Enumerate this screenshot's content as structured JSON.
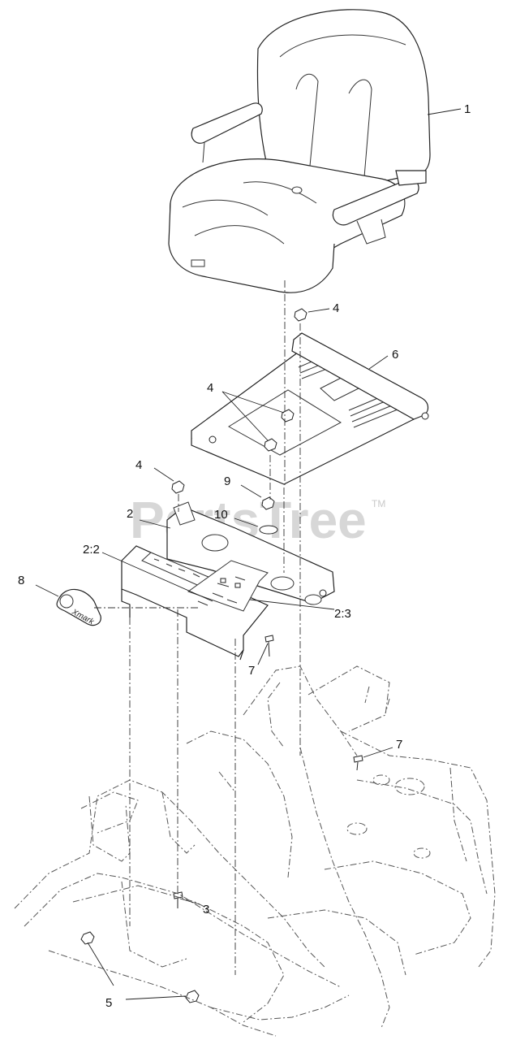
{
  "watermark": {
    "text": "PartsTree",
    "trademark": "TM"
  },
  "emblem": {
    "text": "Xmark"
  },
  "callouts": [
    {
      "id": "c1",
      "text": "1"
    },
    {
      "id": "c2",
      "text": "2"
    },
    {
      "id": "c2_2",
      "text": "2:2"
    },
    {
      "id": "c2_3",
      "text": "2:3"
    },
    {
      "id": "c3",
      "text": "3"
    },
    {
      "id": "c4a",
      "text": "4"
    },
    {
      "id": "c4b",
      "text": "4"
    },
    {
      "id": "c4c",
      "text": "4"
    },
    {
      "id": "c5",
      "text": "5"
    },
    {
      "id": "c6",
      "text": "6"
    },
    {
      "id": "c7a",
      "text": "7"
    },
    {
      "id": "c7b",
      "text": "7"
    },
    {
      "id": "c8",
      "text": "8"
    },
    {
      "id": "c9",
      "text": "9"
    },
    {
      "id": "c10",
      "text": "10"
    }
  ]
}
